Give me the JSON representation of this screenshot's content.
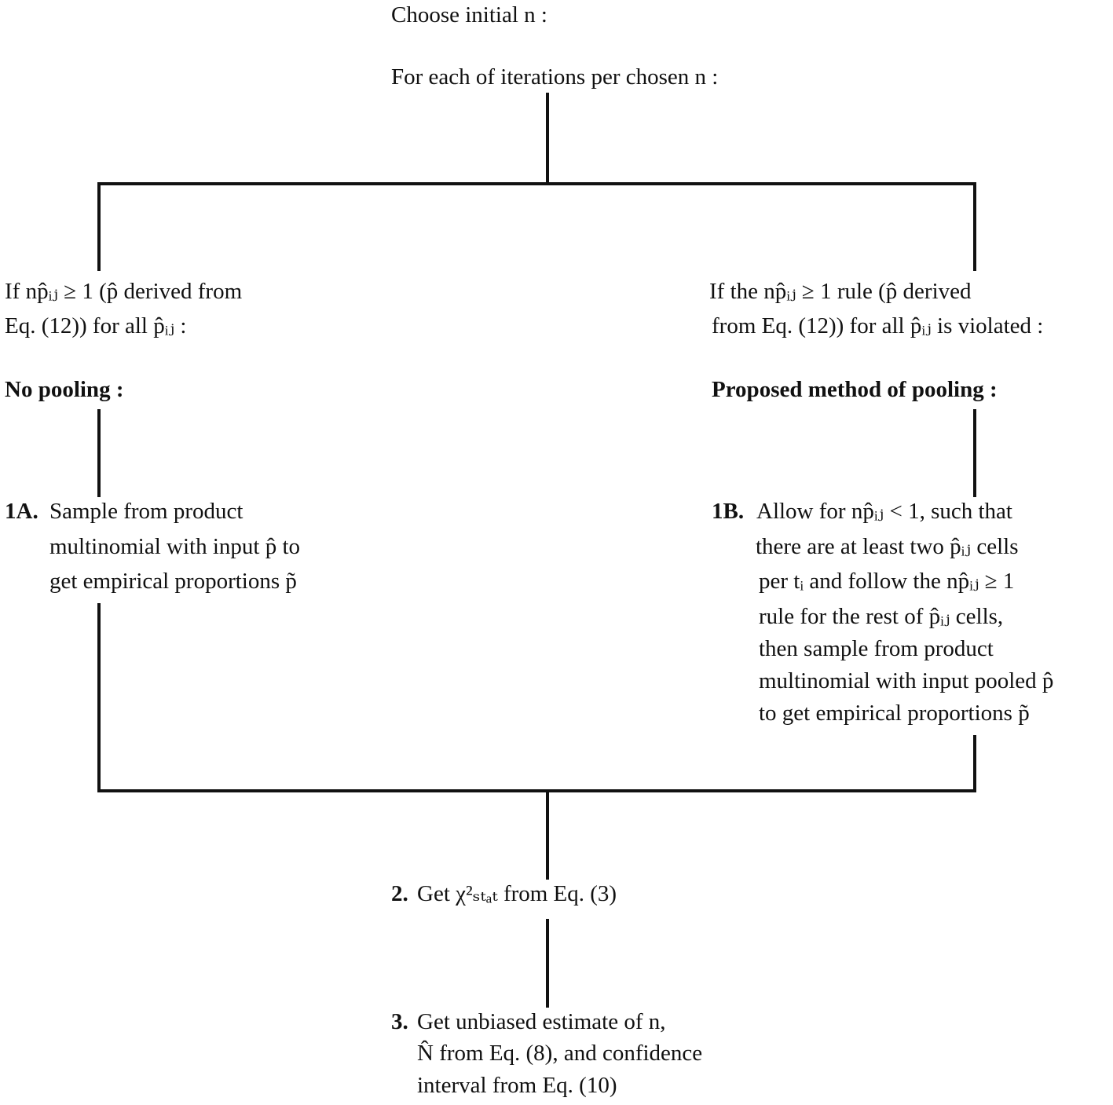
{
  "top": {
    "choose": "Choose initial n :",
    "foreach": "For each of iterations per chosen n :"
  },
  "left": {
    "cond_line1": "If np̂ᵢⱼ ≥ 1 (p̂ derived from",
    "cond_line2": "Eq. (12)) for all p̂ᵢⱼ :",
    "heading": "No pooling :",
    "step_label": "1A.",
    "step_lines": [
      "Sample from product",
      "multinomial with input p̂ to",
      "get empirical proportions p̃"
    ]
  },
  "right": {
    "cond_line1": "If the np̂ᵢⱼ ≥ 1 rule (p̂ derived",
    "cond_line2": "from Eq. (12)) for all p̂ᵢⱼ is violated :",
    "heading": "Proposed method of pooling :",
    "step_label": "1B.",
    "step_lines": [
      "Allow for np̂ᵢⱼ < 1, such that",
      "there are at least two p̂ᵢⱼ cells",
      "per tᵢ and follow the  np̂ᵢⱼ ≥ 1",
      "rule for the rest of p̂ᵢⱼ cells,",
      "then sample from product",
      "multinomial with input pooled  p̂",
      "to get empirical proportions p̃"
    ]
  },
  "step2": {
    "label": "2.",
    "text": "Get χ²ₛₜₐₜ from Eq. (3)"
  },
  "step3": {
    "label": "3.",
    "lines": [
      "Get unbiased estimate of n,",
      "N̂ from Eq. (8), and confidence",
      "interval from Eq. (10)"
    ]
  }
}
